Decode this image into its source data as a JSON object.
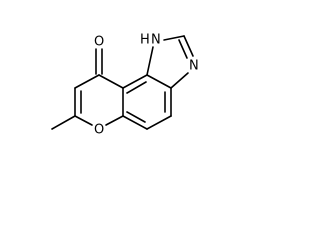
{
  "molecule": {
    "atoms": {
      "oxygen_carbonyl": "O",
      "nitrogen_nh": "H",
      "nitrogen_nh_n": "N",
      "nitrogen_imine": "N",
      "oxygen_ring": "O"
    }
  },
  "colors": {
    "line": "#000000",
    "background": "#ffffff"
  }
}
